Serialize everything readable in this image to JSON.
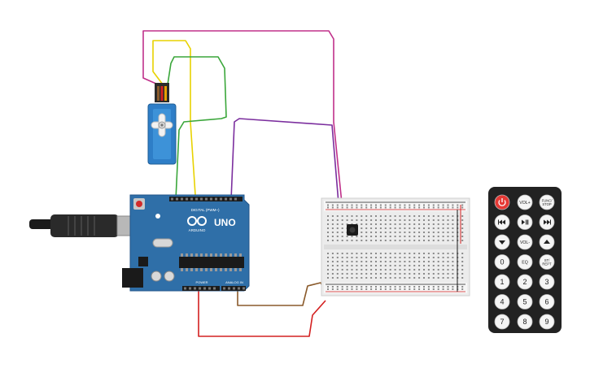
{
  "arduino": {
    "model_label": "UNO",
    "brand_label": "ARDUINO",
    "digital_label": "DIGITAL (PWM~)",
    "power_label": "POWER",
    "analog_label": "ANALOG IN"
  },
  "remote": {
    "buttons": [
      {
        "label": "",
        "icon": "power-icon"
      },
      {
        "label": "VOL+",
        "icon": ""
      },
      {
        "label": "FUNC/\nSTOP",
        "icon": ""
      },
      {
        "label": "",
        "icon": "rewind-icon"
      },
      {
        "label": "",
        "icon": "play-pause-icon"
      },
      {
        "label": "",
        "icon": "fast-forward-icon"
      },
      {
        "label": "",
        "icon": "down-icon"
      },
      {
        "label": "VOL-",
        "icon": ""
      },
      {
        "label": "",
        "icon": "up-icon"
      },
      {
        "label": "0",
        "icon": ""
      },
      {
        "label": "EQ",
        "icon": ""
      },
      {
        "label": "ST/\nREPT",
        "icon": ""
      },
      {
        "label": "1",
        "icon": ""
      },
      {
        "label": "2",
        "icon": ""
      },
      {
        "label": "3",
        "icon": ""
      },
      {
        "label": "4",
        "icon": ""
      },
      {
        "label": "5",
        "icon": ""
      },
      {
        "label": "6",
        "icon": ""
      },
      {
        "label": "7",
        "icon": ""
      },
      {
        "label": "8",
        "icon": ""
      },
      {
        "label": "9",
        "icon": ""
      }
    ]
  },
  "colors": {
    "board_blue": "#2f6fa8",
    "wire_magenta": "#c0308a",
    "wire_yellow": "#e8d200",
    "wire_green": "#3aa63a",
    "wire_purple": "#7b2e9e",
    "wire_red": "#d42020",
    "wire_brown": "#8a5a2b",
    "remote_body": "#222222",
    "power_button": "#e53935"
  }
}
